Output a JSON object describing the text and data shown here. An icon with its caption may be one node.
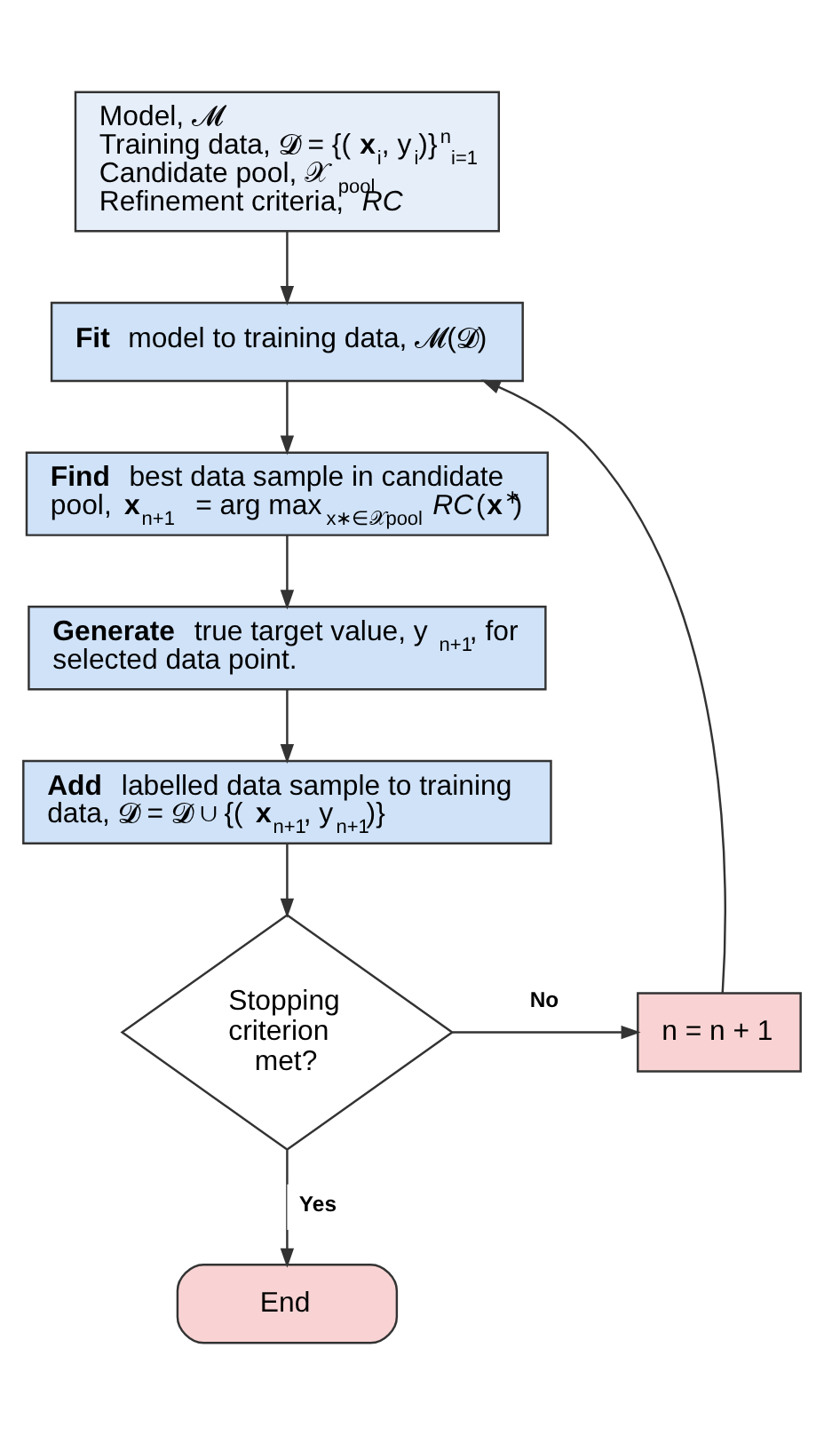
{
  "diagram": {
    "nodes": [
      {
        "text": [
          "Model, 𝓜",
          "Training data, 𝓓 = {(**x**$_{i}$, y$_{i}$)}$^{n}$$_{i=1}$",
          "Candidate pool, 𝒳$_{pool}$",
          "Refinement criteria, *RC*"
        ]
      },
      {
        "text": [
          "**Fit** model to training data, 𝓜(𝓓)"
        ]
      },
      {
        "text": [
          "**Find** best data sample in candidate pool, **x**$_{n+1}$ = arg max$_{x∗∈𝒳pool}$ *RC*(**x**$^{∗}$)"
        ]
      },
      {
        "text": [
          "**Generate** true target value, y$_{n+1}$, for selected data point."
        ]
      },
      {
        "text": [
          "**Add** labelled data sample to training data, 𝓓 = 𝓓 ∪ {(**x**$_{n+1}$, y$_{n+1}$)}"
        ]
      },
      {
        "text": [
          "Stopping criterion met?"
        ]
      },
      {
        "text": [
          "n = n + 1"
        ]
      },
      {
        "text": [
          "End"
        ]
      }
    ],
    "edges": [
      {
        "from": 0,
        "to": 1,
        "arrow": "to"
      },
      {
        "from": 1,
        "to": 2,
        "arrow": "to"
      },
      {
        "from": 2,
        "to": 3,
        "arrow": "to"
      },
      {
        "from": 3,
        "to": 4,
        "arrow": "to"
      },
      {
        "from": 4,
        "to": 5,
        "arrow": "to"
      },
      {
        "from": 5,
        "to": 6,
        "arrow": "to",
        "label": "No"
      },
      {
        "from": 6,
        "to": 1,
        "arrow": "to"
      },
      {
        "from": 5,
        "to": 7,
        "arrow": "to",
        "label": "Yes"
      }
    ]
  }
}
